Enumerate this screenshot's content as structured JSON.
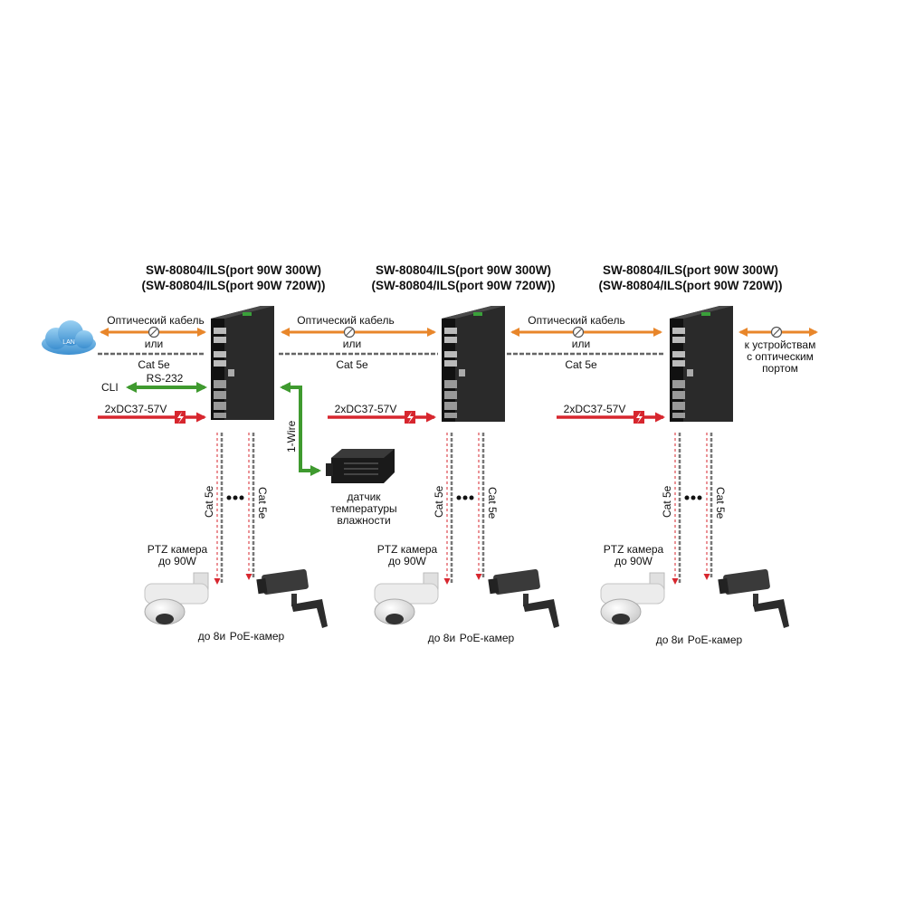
{
  "cloud": {
    "label": "LAN"
  },
  "switches": [
    {
      "title1": "SW-80804/ILS(port 90W 300W)",
      "title2": "(SW-80804/ILS(port 90W 720W))"
    },
    {
      "title1": "SW-80804/ILS(port 90W 300W)",
      "title2": "(SW-80804/ILS(port 90W 720W))"
    },
    {
      "title1": "SW-80804/ILS(port 90W 300W)",
      "title2": "(SW-80804/ILS(port 90W 720W))"
    }
  ],
  "links": [
    {
      "fiber": "Оптический кабель",
      "or": "или",
      "copper": "Cat 5e"
    },
    {
      "fiber": "Оптический кабель",
      "or": "или",
      "copper": "Cat 5e"
    },
    {
      "fiber": "Оптический кабель",
      "or": "или",
      "copper": "Cat 5e"
    }
  ],
  "right_end": {
    "line1": "к устройствам",
    "line2": "с оптическим",
    "line3": "портом"
  },
  "cli": {
    "label": "CLI",
    "rs232": "RS-232"
  },
  "power": [
    {
      "label": "2xDC37-57V"
    },
    {
      "label": "2xDC37-57V"
    },
    {
      "label": "2xDC37-57V"
    }
  ],
  "sensor": {
    "wire": "1-Wire",
    "line1": "датчик",
    "line2": "температуры",
    "line3": "влажности"
  },
  "downlinks": [
    {
      "cable_left": "Cat 5e",
      "cable_right": "Cat 5e",
      "ptz_line1": "PTZ камера",
      "ptz_line2": "до 90W",
      "caption_a": "до 8и",
      "caption_b": "PoE-камер"
    },
    {
      "cable_left": "Cat 5e",
      "cable_right": "Cat 5e",
      "ptz_line1": "PTZ камера",
      "ptz_line2": "до 90W",
      "caption_a": "до 8и",
      "caption_b": "PoE-камер"
    },
    {
      "cable_left": "Cat 5e",
      "cable_right": "Cat 5e",
      "ptz_line1": "PTZ камера",
      "ptz_line2": "до 90W",
      "caption_a": "до 8и",
      "caption_b": "PoE-камер"
    }
  ],
  "colors": {
    "fiber": "#e8862a",
    "cli": "#3f9a2f",
    "power": "#d7262e",
    "device": "#1c1c1c",
    "cable": "#666666"
  }
}
